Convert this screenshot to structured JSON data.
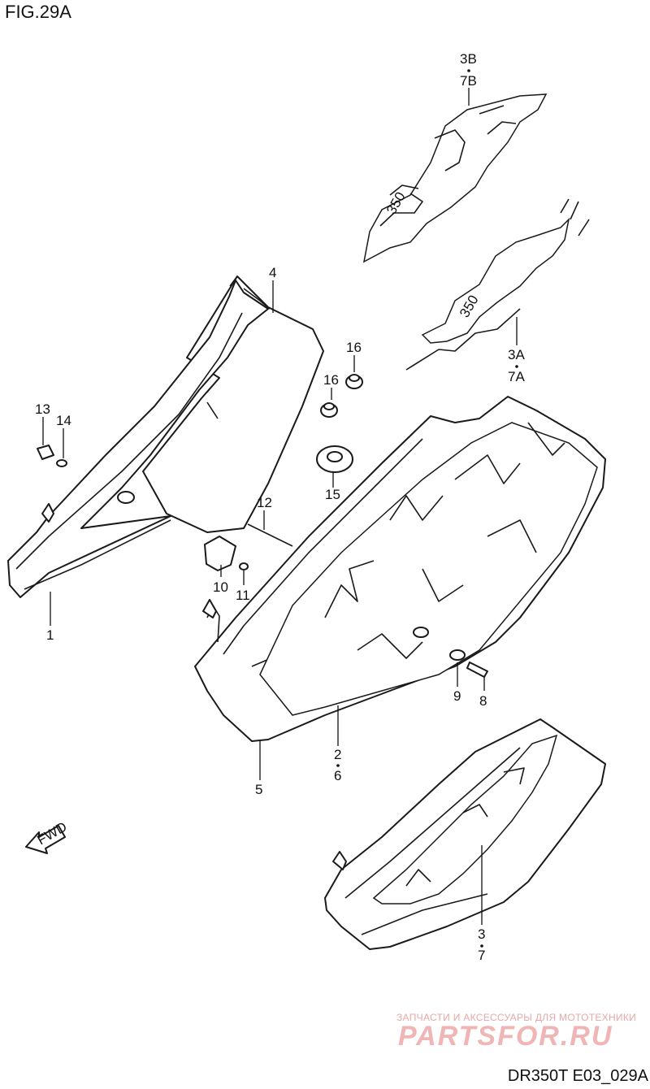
{
  "figure": {
    "title": "FIG.29A",
    "drawing_code": "DR350T E03_029A"
  },
  "direction_arrow": {
    "label": "FWD"
  },
  "callouts": [
    {
      "id": "c-3b-7b",
      "lines": [
        "3B",
        "7B"
      ]
    },
    {
      "id": "c-3a-7a",
      "lines": [
        "3A",
        "7A"
      ]
    },
    {
      "id": "c-4",
      "lines": [
        "4"
      ]
    },
    {
      "id": "c-16a",
      "lines": [
        "16"
      ]
    },
    {
      "id": "c-16b",
      "lines": [
        "16"
      ]
    },
    {
      "id": "c-15",
      "lines": [
        "15"
      ]
    },
    {
      "id": "c-13",
      "lines": [
        "13"
      ]
    },
    {
      "id": "c-14",
      "lines": [
        "14"
      ]
    },
    {
      "id": "c-12",
      "lines": [
        "12"
      ]
    },
    {
      "id": "c-10",
      "lines": [
        "10"
      ]
    },
    {
      "id": "c-11",
      "lines": [
        "11"
      ]
    },
    {
      "id": "c-1",
      "lines": [
        "1"
      ]
    },
    {
      "id": "c-9",
      "lines": [
        "9"
      ]
    },
    {
      "id": "c-8",
      "lines": [
        "8"
      ]
    },
    {
      "id": "c-2-6",
      "lines": [
        "2",
        "6"
      ]
    },
    {
      "id": "c-5",
      "lines": [
        "5"
      ]
    },
    {
      "id": "c-3-7",
      "lines": [
        "3",
        "7"
      ]
    }
  ],
  "watermark": {
    "subtitle": "ЗАПЧАСТИ И АКСЕССУАРЫ ДЛЯ МОТОТЕХНИКИ",
    "logo": "PARTSFOR.RU"
  }
}
